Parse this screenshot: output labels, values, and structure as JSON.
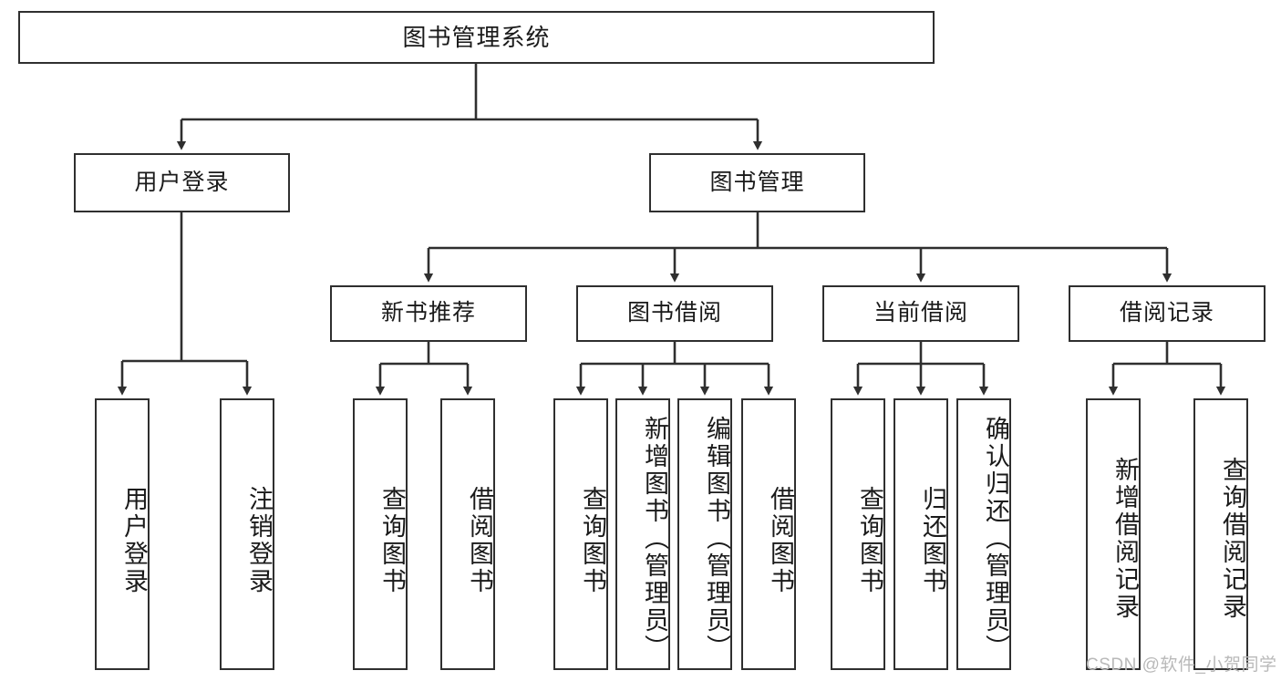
{
  "diagram": {
    "title": "图书管理系统",
    "type": "tree-flowchart",
    "colors": {
      "box_border": "#2f2f2f",
      "box_fill": "#ffffff",
      "line": "#2f2f2f",
      "text": "#1a1a1a",
      "watermark": "#b9b9b9",
      "background": "#ffffff"
    },
    "root": {
      "label": "图书管理系统"
    },
    "level2": [
      {
        "label": "用户登录"
      },
      {
        "label": "图书管理"
      }
    ],
    "level3": [
      {
        "label": "新书推荐"
      },
      {
        "label": "图书借阅"
      },
      {
        "label": "当前借阅"
      },
      {
        "label": "借阅记录"
      }
    ],
    "leaves": {
      "user_login": [
        {
          "label": "用户登录"
        },
        {
          "label": "注销登录"
        }
      ],
      "new_book": [
        {
          "label": "查询图书"
        },
        {
          "label": "借阅图书"
        }
      ],
      "book_borrow": [
        {
          "label": "查询图书"
        },
        {
          "label": "新增图书（管理员）"
        },
        {
          "label": "编辑图书（管理员）"
        },
        {
          "label": "借阅图书"
        }
      ],
      "current_borrow": [
        {
          "label": "查询图书"
        },
        {
          "label": "归还图书"
        },
        {
          "label": "确认归还（管理员）"
        }
      ],
      "borrow_record": [
        {
          "label": "新增借阅记录"
        },
        {
          "label": "查询借阅记录"
        }
      ]
    },
    "watermark": "CSDN @软件_小贺同学"
  }
}
